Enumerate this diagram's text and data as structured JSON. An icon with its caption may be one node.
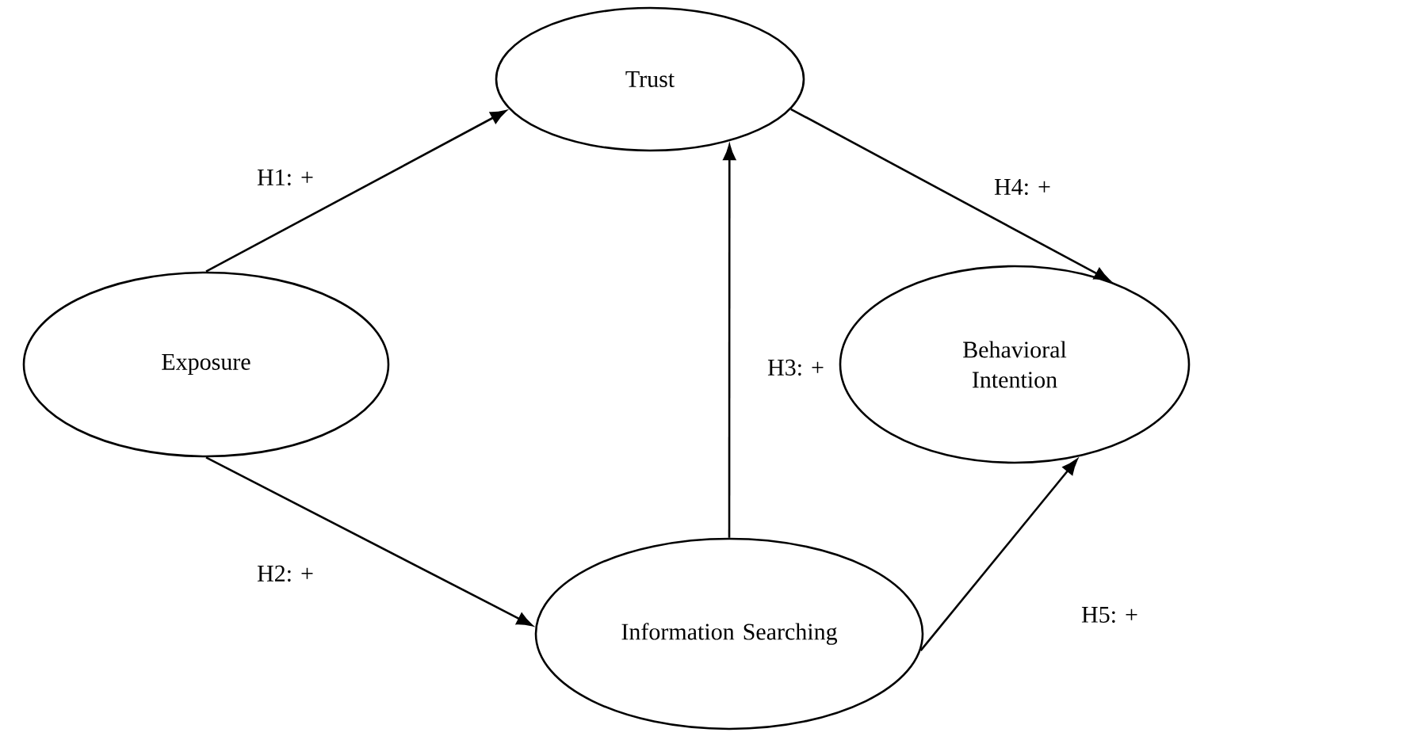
{
  "diagram": {
    "nodes": [
      {
        "text": [
          "Exposure"
        ]
      },
      {
        "text": [
          "Trust"
        ]
      },
      {
        "text": [
          "Behavioral Intention"
        ]
      },
      {
        "text": [
          "Information Searching"
        ]
      }
    ],
    "edges": [
      {
        "from": 0,
        "to": 1,
        "arrow": "to",
        "label": "H1: +"
      },
      {
        "from": 0,
        "to": 3,
        "arrow": "to",
        "label": "H2: +"
      },
      {
        "from": 3,
        "to": 1,
        "arrow": "to",
        "label": "H3: +"
      },
      {
        "from": 1,
        "to": 2,
        "arrow": "to",
        "label": "H4: +"
      },
      {
        "from": 3,
        "to": 2,
        "arrow": "to",
        "label": "H5: +"
      }
    ]
  }
}
